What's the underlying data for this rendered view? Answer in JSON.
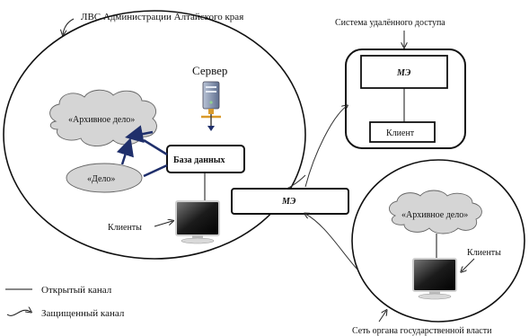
{
  "lan_admin": {
    "title": "ЛВС Администрации Алтайского края"
  },
  "server": {
    "label": "Сервер"
  },
  "archive_cloud_main": {
    "label": "«Архивное дело»"
  },
  "delo_cloud": {
    "label": "«Дело»"
  },
  "database": {
    "label": "База данных"
  },
  "clients_main": {
    "label": "Клиенты"
  },
  "firewall_center": {
    "label": "МЭ"
  },
  "remote_access": {
    "title": "Система удалённого доступа",
    "firewall_label": "МЭ",
    "client_label": "Клиент"
  },
  "gov_network": {
    "title": "Сеть органа государственной власти",
    "archive_label": "«Архивное дело»",
    "clients_label": "Клиенты"
  },
  "legend": {
    "open_channel": "Открытый канал",
    "protected_channel": "Защищенный канал"
  }
}
